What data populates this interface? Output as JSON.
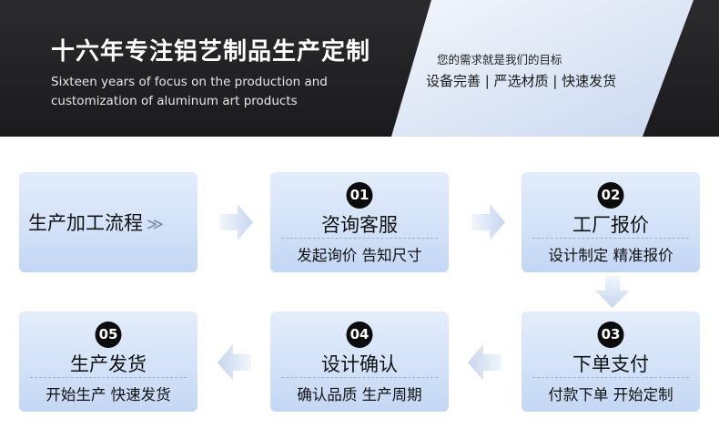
{
  "banner": {
    "title_cn": "十六年专注铝艺制品生产定制",
    "title_en_line1": "Sixteen years of focus on the production and",
    "title_en_line2": "customization of aluminum art products",
    "tagline": "您的需求就是我们的目标",
    "features": "设备完善 | 严选材质 | 快速发货"
  },
  "flow": {
    "title": "生产加工流程",
    "title_chevron": "≫",
    "steps": [
      {
        "num": "01",
        "title": "咨询客服",
        "desc": "发起询价 告知尺寸"
      },
      {
        "num": "02",
        "title": "工厂报价",
        "desc": "设计制定 精准报价"
      },
      {
        "num": "03",
        "title": "下单支付",
        "desc": "付款下单 开始定制"
      },
      {
        "num": "04",
        "title": "设计确认",
        "desc": "确认品质 生产周期"
      },
      {
        "num": "05",
        "title": "生产发货",
        "desc": "开始生产 快速发货"
      }
    ]
  },
  "colors": {
    "banner_bg": "#1e1e20",
    "card_gradient_top": "#e3edfb",
    "card_gradient_bottom": "#c3d6f4",
    "arrow": "#cfdcef",
    "badge": "#0c0c0c"
  },
  "icons": [
    "arrow-right-icon",
    "arrow-down-icon",
    "arrow-left-icon",
    "double-chevron-right-icon"
  ]
}
